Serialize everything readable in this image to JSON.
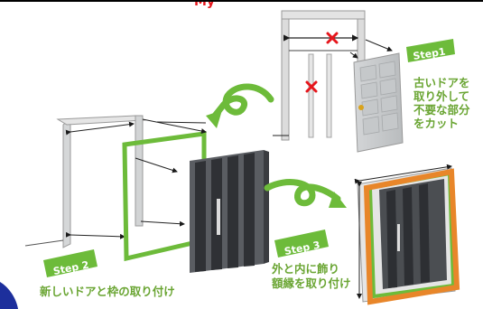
{
  "colors": {
    "red": "#e6161c",
    "green": "#6dbb3a",
    "green_text": "#6aa533",
    "orange": "#e8862a",
    "dark_panel": "#3f4145",
    "frame_gray": "#c9cbcc",
    "blue_corner": "#1d2f9c"
  },
  "top_partial_text": "My",
  "steps": {
    "step1": {
      "badge": "Step1",
      "lines": [
        "古いドアを",
        "取り外して",
        "不要な部分",
        "をカット"
      ]
    },
    "step2": {
      "badge": "Step 2",
      "caption": "新しいドアと枠の取り付け"
    },
    "step3": {
      "badge": "Step 3",
      "lines": [
        "外と内に飾り",
        "額縁を取り付け"
      ]
    }
  },
  "icons": [
    "cut-mark-icon",
    "curved-arrow-icon"
  ]
}
